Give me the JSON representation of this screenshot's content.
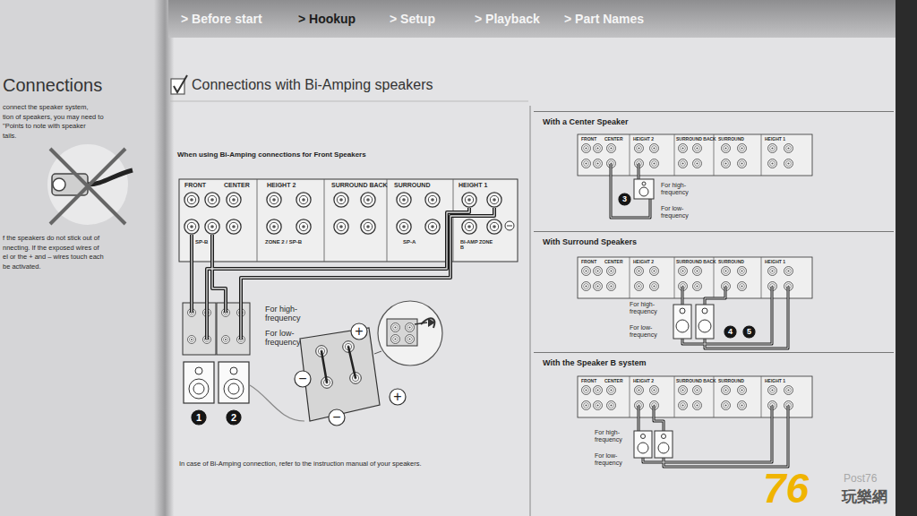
{
  "diagram": {
    "title": "Connections with Bi-Amping speakers",
    "nodes": [
      {
        "text": [
          "> Before start",
          "> Hookup",
          "> Setup",
          "> Playback",
          "> Part Names"
        ]
      },
      {
        "text": [
          "FRONT",
          "CENTER",
          "HEIGHT 2",
          "SURROUND BACK",
          "SURROUND",
          "HEIGHT 1",
          "SP-B",
          "ZONE 2 / SP-B",
          "SP-A",
          "BI-AMP ZONE B"
        ]
      },
      {
        "text": [
          "1"
        ]
      },
      {
        "text": [
          "2"
        ]
      },
      {
        "text": [
          "+"
        ]
      },
      {
        "text": [
          "−"
        ]
      },
      {
        "text": [
          "−"
        ]
      },
      {
        "text": [
          "+"
        ]
      },
      {
        "text": [
          "With a Center Speaker"
        ]
      },
      {
        "text": [
          "FRONT",
          "CENTER",
          "HEIGHT 2",
          "SURROUND BACK",
          "SURROUND",
          "HEIGHT 1"
        ],
        "in": 8
      },
      {
        "text": [
          "3"
        ],
        "in": 8
      },
      {
        "text": [
          "With Surround Speakers"
        ]
      },
      {
        "text": [
          "FRONT",
          "CENTER",
          "HEIGHT 2",
          "SURROUND BACK",
          "SURROUND",
          "HEIGHT 1"
        ],
        "in": 11
      },
      {
        "text": [
          "4"
        ],
        "in": 11
      },
      {
        "text": [
          "5"
        ],
        "in": 11
      },
      {
        "text": [
          "With the Speaker B system"
        ]
      },
      {
        "text": [
          "FRONT",
          "CENTER",
          "HEIGHT 2",
          "SURROUND BACK",
          "SURROUND",
          "HEIGHT 1"
        ],
        "in": 15
      }
    ],
    "labels": [
      "Connections",
      "connect the speaker system,",
      "tion of speakers, you may need to",
      "\"Points to note with speaker",
      "tails.",
      "f the speakers do not stick out of",
      "nnecting. If the exposed wires of",
      "el or the + and – wires touch each",
      "be activated.",
      "When using Bi-Amping connections for Front Speakers",
      "For high-frequency",
      "For low-frequency",
      "In case of Bi-Amping connection, refer to the instruction manual of your speakers.",
      "For high-frequency",
      "For low-frequency",
      "For high-frequency",
      "For low-frequency",
      "For high-frequency",
      "For low-frequency",
      "76",
      "Post76",
      "玩樂網"
    ]
  }
}
